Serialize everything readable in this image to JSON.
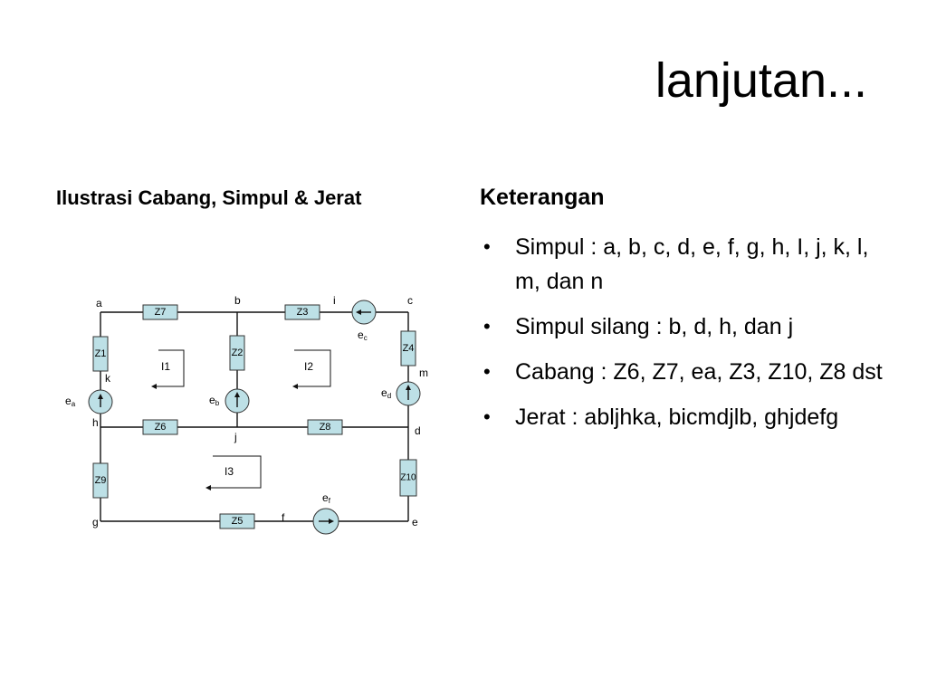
{
  "title": "lanjutan...",
  "left": {
    "heading": "Ilustrasi Cabang, Simpul & Jerat"
  },
  "right": {
    "heading": "Keterangan",
    "bullets": [
      "Simpul : a, b, c, d, e, f, g, h, I, j, k, l, m, dan n",
      "Simpul silang : b, d, h, dan j",
      "Cabang : Z6, Z7, ea, Z3, Z10, Z8 dst",
      "Jerat : abljhka, bicmdjlb, ghjdefg"
    ]
  },
  "circuit": {
    "nodes": {
      "a": "a",
      "b": "b",
      "i": "i",
      "c": "c",
      "k": "k",
      "m": "m",
      "h": "h",
      "j": "j",
      "d": "d",
      "g": "g",
      "f": "f",
      "e": "e"
    },
    "impedances": {
      "z7": "Z7",
      "z3": "Z3",
      "z1": "Z1",
      "z2": "Z2",
      "z4": "Z4",
      "z6": "Z6",
      "z8": "Z8",
      "z9": "Z9",
      "z10": "Z10",
      "z5": "Z5"
    },
    "sources": {
      "ea": {
        "base": "e",
        "sub": "a"
      },
      "eb": {
        "base": "e",
        "sub": "b"
      },
      "ec": {
        "base": "e",
        "sub": "c"
      },
      "ed": {
        "base": "e",
        "sub": "d"
      },
      "ef": {
        "base": "e",
        "sub": "f"
      }
    },
    "loops": {
      "i1": "I1",
      "i2": "I2",
      "i3": "I3"
    },
    "colors": {
      "component_fill": "#bde0e6",
      "wire": "#111111"
    }
  }
}
